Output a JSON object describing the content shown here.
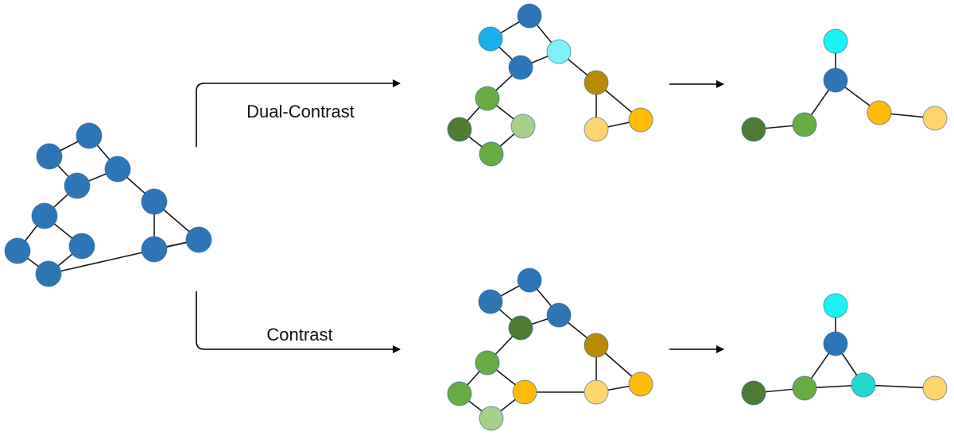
{
  "labels": {
    "top": "Dual-Contrast",
    "bottom": "Contrast"
  },
  "colors": {
    "blue": "#2e75b6",
    "light_blue": "#19b0ea",
    "pale_cyan": "#7ef1f7",
    "cyan": "#19f3f3",
    "teal": "#23d9cf",
    "dark_green": "#4e7b34",
    "green": "#6aab45",
    "light_green": "#a8cf8c",
    "dark_gold": "#b78c04",
    "gold": "#ffba0a",
    "light_gold": "#fdd56e",
    "edge": "#1a1a1a"
  },
  "graphs": [
    {
      "id": "input-graph",
      "node_colors": [
        "blue",
        "blue",
        "blue",
        "blue",
        "blue",
        "blue",
        "blue",
        "blue",
        "blue",
        "blue",
        "blue"
      ],
      "edges": [
        [
          0,
          1
        ],
        [
          1,
          2
        ],
        [
          0,
          3
        ],
        [
          2,
          3
        ],
        [
          3,
          4
        ],
        [
          4,
          5
        ],
        [
          4,
          6
        ],
        [
          6,
          7
        ],
        [
          5,
          7
        ],
        [
          2,
          8
        ],
        [
          8,
          9
        ],
        [
          9,
          10
        ],
        [
          8,
          10
        ],
        [
          7,
          9
        ]
      ]
    },
    {
      "id": "dual-contrast-graph",
      "node_colors": [
        "light_blue",
        "blue",
        "pale_cyan",
        "blue",
        "green",
        "dark_green",
        "light_green",
        "green",
        "dark_gold",
        "gold",
        "light_gold"
      ],
      "edges": [
        [
          0,
          1
        ],
        [
          1,
          2
        ],
        [
          0,
          3
        ],
        [
          2,
          3
        ],
        [
          3,
          4
        ],
        [
          4,
          5
        ],
        [
          4,
          6
        ],
        [
          5,
          7
        ],
        [
          6,
          7
        ],
        [
          2,
          8
        ],
        [
          8,
          9
        ],
        [
          9,
          10
        ],
        [
          8,
          10
        ]
      ]
    },
    {
      "id": "dual-contrast-coarse",
      "node_colors": [
        "cyan",
        "blue",
        "gold",
        "light_gold",
        "green",
        "dark_green"
      ],
      "edges": [
        [
          0,
          1
        ],
        [
          1,
          2
        ],
        [
          2,
          3
        ],
        [
          1,
          4
        ],
        [
          4,
          5
        ]
      ]
    },
    {
      "id": "contrast-graph",
      "node_colors": [
        "blue",
        "blue",
        "dark_green",
        "blue",
        "green",
        "green",
        "gold",
        "light_green",
        "dark_gold",
        "light_gold",
        "gold"
      ],
      "edges": [
        [
          0,
          1
        ],
        [
          1,
          3
        ],
        [
          0,
          2
        ],
        [
          2,
          3
        ],
        [
          2,
          4
        ],
        [
          4,
          5
        ],
        [
          4,
          6
        ],
        [
          5,
          7
        ],
        [
          6,
          7
        ],
        [
          3,
          8
        ],
        [
          8,
          9
        ],
        [
          8,
          10
        ],
        [
          9,
          10
        ],
        [
          6,
          9
        ]
      ]
    },
    {
      "id": "contrast-coarse",
      "node_colors": [
        "cyan",
        "blue",
        "green",
        "teal",
        "dark_green",
        "light_gold"
      ],
      "edges": [
        [
          0,
          1
        ],
        [
          1,
          2
        ],
        [
          1,
          3
        ],
        [
          2,
          3
        ],
        [
          2,
          4
        ],
        [
          3,
          5
        ]
      ]
    }
  ]
}
